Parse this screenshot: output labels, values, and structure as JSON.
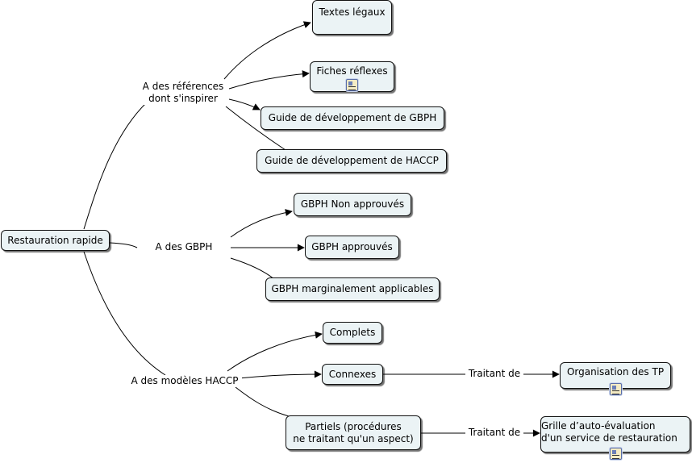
{
  "concepts": {
    "root": "Restauration rapide",
    "textes_legaux": "Textes légaux",
    "fiches_reflexes": "Fiches réflexes",
    "guide_gbph": "Guide de développement  de GBPH",
    "guide_haccp": "Guide de développement  de HACCP",
    "gbph_non_approuves": "GBPH Non approuvés",
    "gbph_approuves": "GBPH approuvés",
    "gbph_marginalement": "GBPH marginalement applicables",
    "complets": "Complets",
    "connexes": "Connexes",
    "partiels_line1": "Partiels (procédures",
    "partiels_line2": "ne traitant qu'un aspect)",
    "organisation_tp": "Organisation des TP",
    "grille_line1": "Grille d’auto-évaluation",
    "grille_line2": "d'un service de restauration"
  },
  "links": {
    "references_line1": "A des références",
    "references_line2": "dont s'inspirer",
    "gbph": "A des GBPH",
    "modeles_haccp": "A des modèles HACCP",
    "traitant_de_1": "Traitant de",
    "traitant_de_2": "Traitant de"
  },
  "icons": {
    "resource": "attached-resource-icon"
  },
  "colors": {
    "node_fill": "#ebf3f5",
    "node_border": "#111111",
    "line": "#000000"
  }
}
